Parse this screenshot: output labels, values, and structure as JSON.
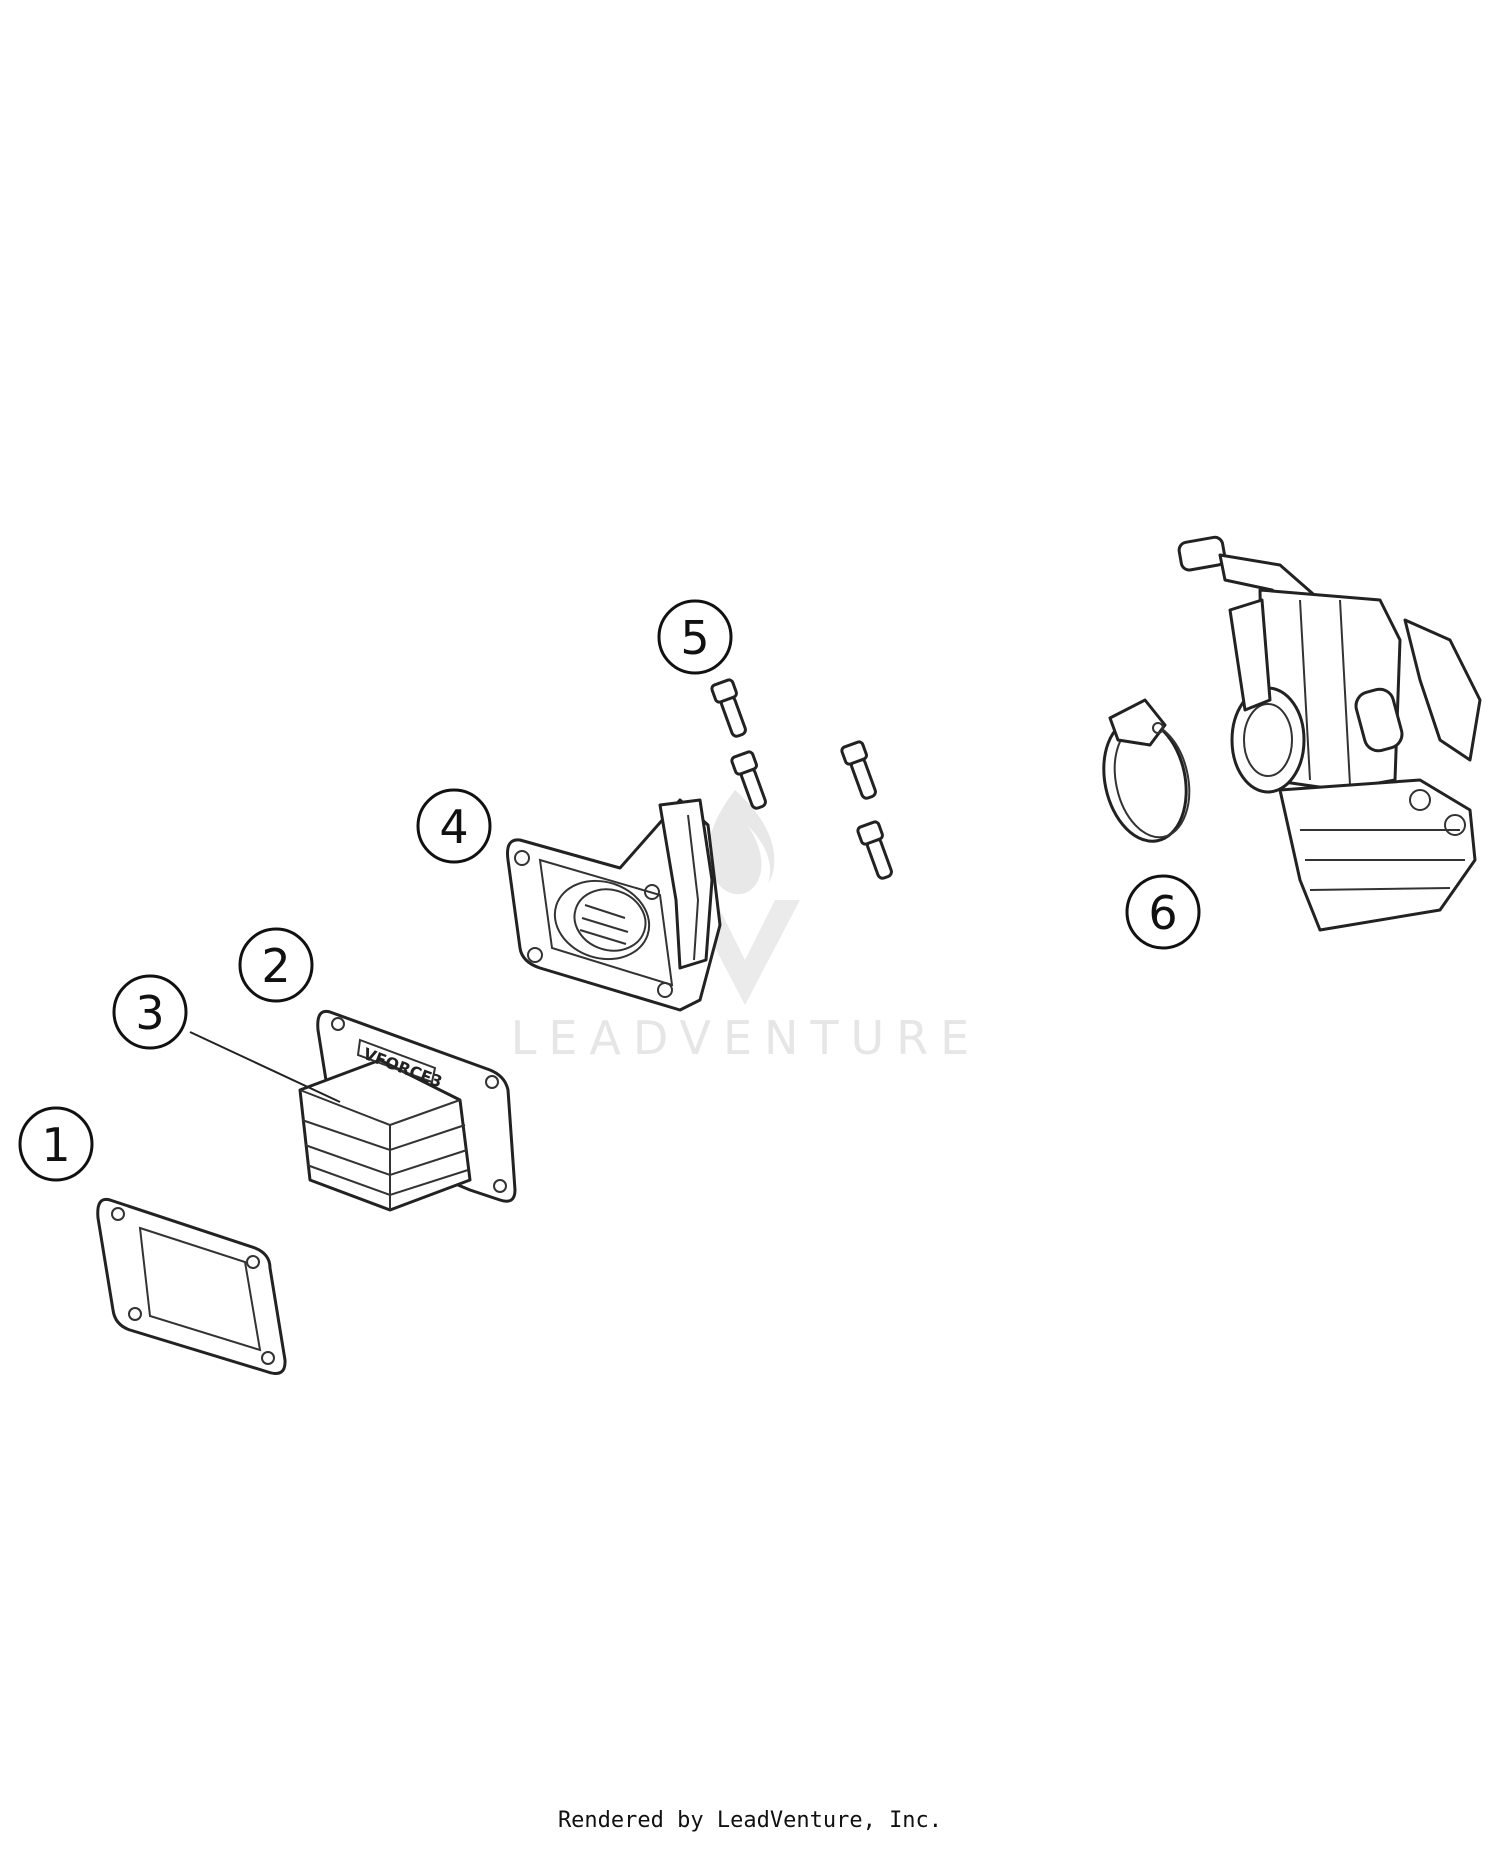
{
  "callouts": [
    {
      "id": 1,
      "label": "1"
    },
    {
      "id": 2,
      "label": "2"
    },
    {
      "id": 3,
      "label": "3"
    },
    {
      "id": 4,
      "label": "4"
    },
    {
      "id": 5,
      "label": "5"
    },
    {
      "id": 6,
      "label": "6"
    }
  ],
  "part_marking": "VFORCE3",
  "watermark": {
    "text": "LEADVENTURE"
  },
  "footer": {
    "text": "Rendered by LeadVenture, Inc."
  }
}
